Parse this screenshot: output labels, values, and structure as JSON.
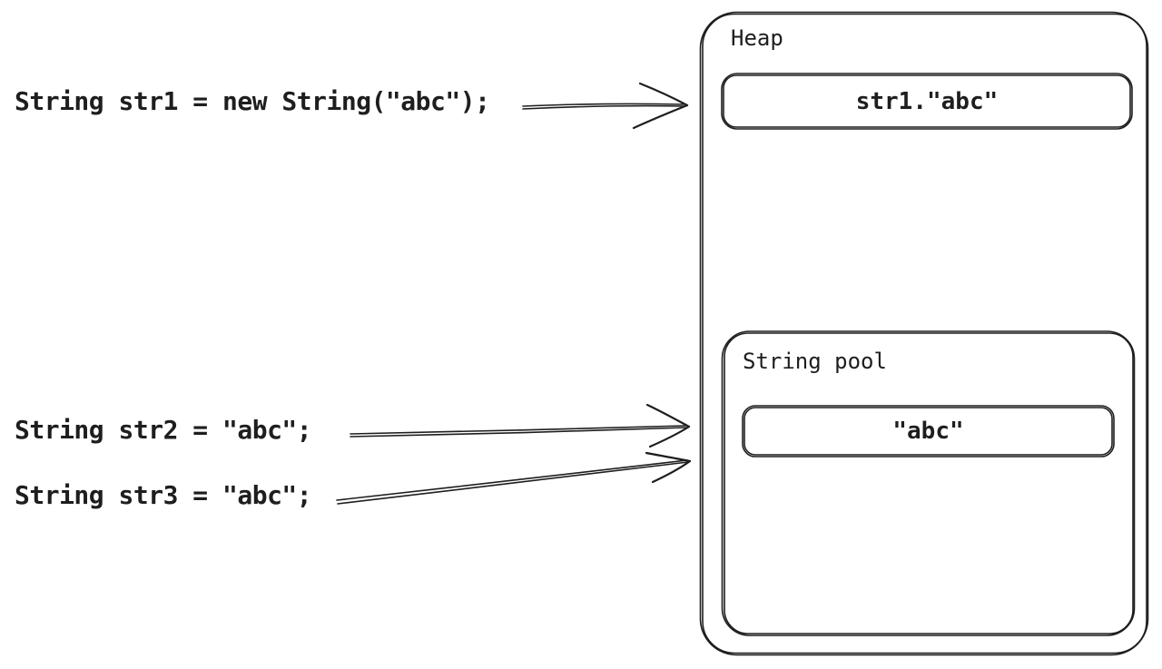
{
  "canvas": {
    "background_color": "#ffffff",
    "stroke_color": "#1e1e1e"
  },
  "code_statements": [
    {
      "text": "String str1 = new String(\"abc\");"
    },
    {
      "text": "String str2 = \"abc\";"
    },
    {
      "text": "String str3 = \"abc\";"
    }
  ],
  "heap": {
    "label": "Heap",
    "object": {
      "text": "str1.\"abc\""
    },
    "string_pool": {
      "label": "String pool",
      "object": {
        "text": "\"abc\""
      }
    }
  }
}
